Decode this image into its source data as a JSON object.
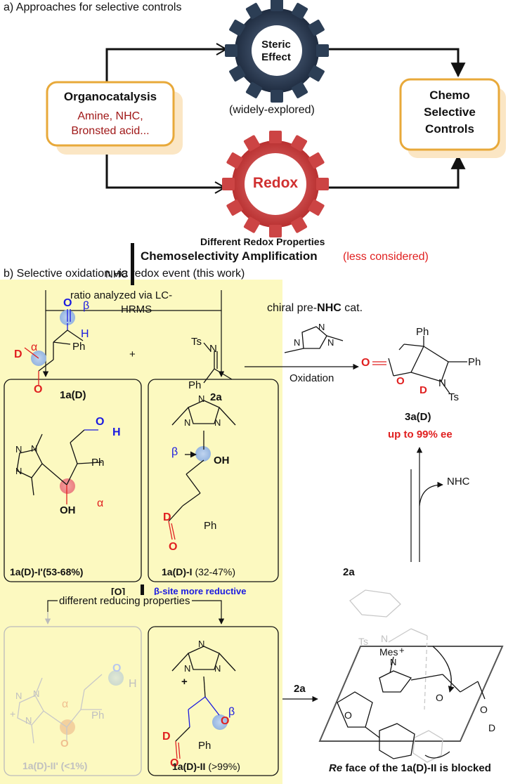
{
  "panel_a": {
    "heading": "a) Approaches for selective controls",
    "steric_line1": "Steric",
    "steric_line2": "Effect",
    "widely": "(widely-explored)",
    "organo_title": "Organocatalysis",
    "organo_line1": "Amine, NHC,",
    "organo_line2": "Bronsted acid...",
    "chemo_line1": "Chemo",
    "chemo_line2": "Selective",
    "chemo_line3": "Controls",
    "redox": "Redox",
    "different_redox": "Different Redox Properties",
    "amplification": "Chemoselectivity Amplification",
    "less_considered": "(less considered)"
  },
  "panel_b": {
    "heading": "b) Selective oxidation via redox event (this work)",
    "catalyst_prefix": "chiral pre-",
    "catalyst_bold": "NHC",
    "catalyst_suffix": " cat.",
    "oxidation": "Oxidation",
    "label_1a": "1a(D)",
    "label_2a": "2a",
    "label_3a": "3a(D)",
    "ee": "up to 99% ee",
    "nhc_left": "NHC",
    "nhc_right": "NHC",
    "ratio_line1": "ratio analyzed via LC-",
    "ratio_line2": "HRMS",
    "int_i_prime": "1a(D)-I'(53-68%)",
    "int_i_name": "1a(D)-I",
    "int_i_pct": " (32-47%)",
    "ox": "[O]",
    "beta_site": "β-site more reductive",
    "different_reducing": "different reducing properties",
    "int_ii_prime": "1a(D)-II' (<1%)",
    "int_ii_name": "1a(D)-II",
    "int_ii_pct": " (>99%)",
    "reagent_2a_arrow": "2a",
    "reagent_2a_top": "2a",
    "re_face_italic": "Re",
    "re_face_rest": " face of the 1a(D)-II is blocked",
    "atoms": {
      "alpha": "α",
      "beta": "β",
      "O": "O",
      "H": "H",
      "D": "D",
      "N": "N",
      "Ph": "Ph",
      "Ts": "Ts",
      "Mes": "Mes",
      "OH": "OH",
      "plus": "+"
    }
  },
  "colors": {
    "gear_steric": "#2c3e55",
    "gear_redox": "#cc4444",
    "box_border": "#e8a93a",
    "box_shadow": "#fbe6c4",
    "yellow_panel": "#fcf9c0",
    "red": "#e02020",
    "blue": "#1a1ae0",
    "dark_red": "#a01818",
    "gray": "#c8c8c8"
  }
}
